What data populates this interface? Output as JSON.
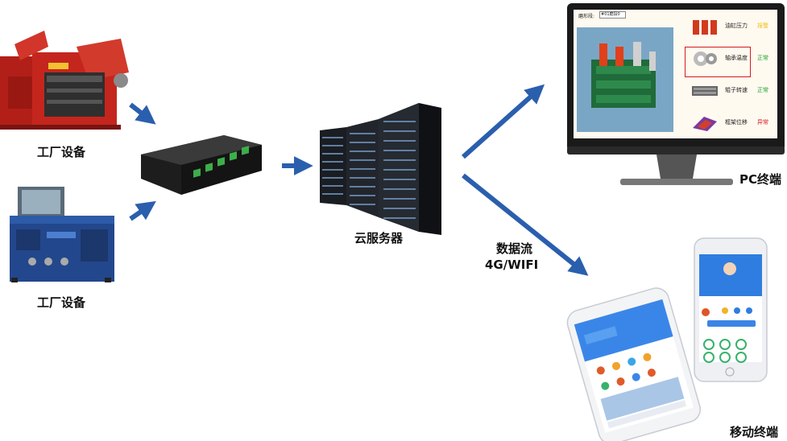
{
  "labels": {
    "factory_equipment_1": "工厂设备",
    "factory_equipment_2": "工厂设备",
    "cloud_server": "云服务器",
    "data_flow_line1": "数据流",
    "data_flow_line2": "4G/WIFI",
    "pc_terminal": "PC终端",
    "mobile_terminal": "移动终端"
  },
  "pc_screen": {
    "selector_label": "磨形段:",
    "selector_value": "#01磨段0",
    "rows": [
      {
        "name": "油缸压力",
        "status": "报警",
        "status_color": "#f0c020"
      },
      {
        "name": "轴承温度",
        "status": "正常",
        "status_color": "#22a02a"
      },
      {
        "name": "辊子转速",
        "status": "正常",
        "status_color": "#22a02a"
      },
      {
        "name": "框架位移",
        "status": "异常",
        "status_color": "#d21d1d"
      }
    ]
  },
  "colors": {
    "arrow": "#2a5fae",
    "highlight": "#d21d1d"
  }
}
